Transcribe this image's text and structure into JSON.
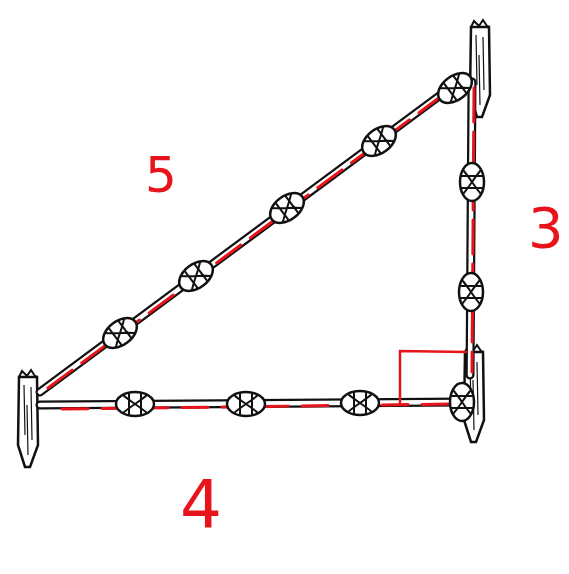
{
  "diagram": {
    "labels": [
      "5",
      "3",
      "4"
    ]
  }
}
